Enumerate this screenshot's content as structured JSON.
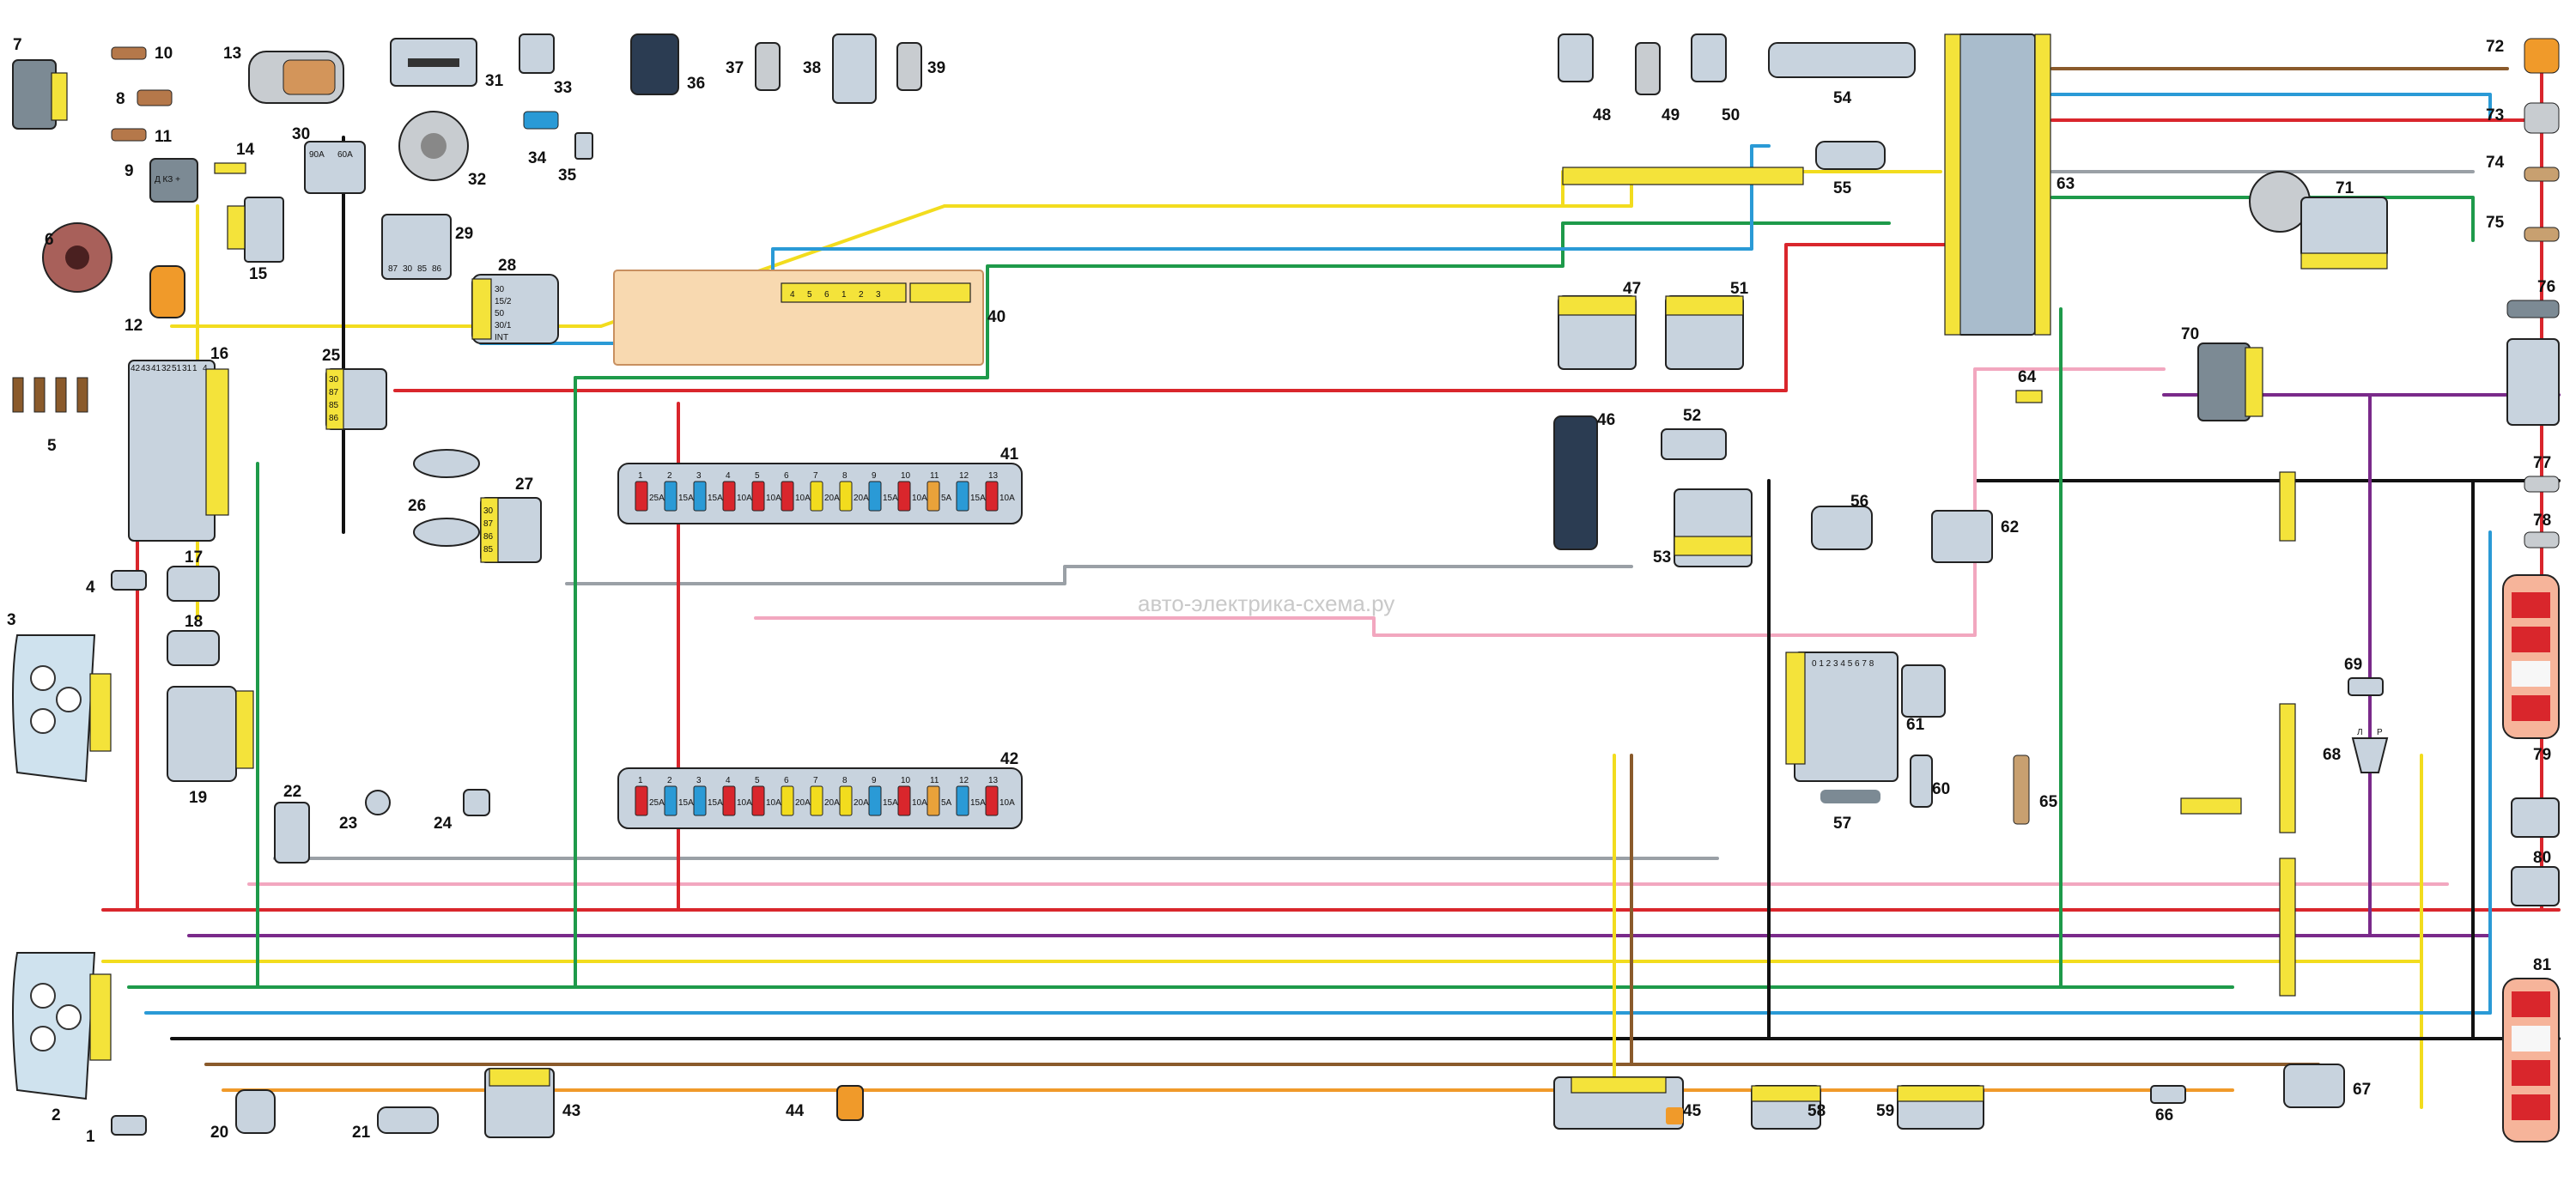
{
  "watermark": "авто-электрика-схема.ру",
  "colors": {
    "red": "#d9262c",
    "yellow": "#f2dc1e",
    "green": "#1e9a4a",
    "blue": "#2a9ad6",
    "black": "#111111",
    "brown": "#8a5a2b",
    "orange": "#f09a2a",
    "purple": "#7a2a8a",
    "pink": "#f2a7bf",
    "grey": "#9aa0a6",
    "white": "#ffffff",
    "component_fill": "#c8d3de",
    "connector_fill": "#f4e33a"
  },
  "fuse_box_41": {
    "label": "41",
    "slots": [
      {
        "n": "1",
        "rating": "25A",
        "color": "#d9262c"
      },
      {
        "n": "2",
        "rating": "15A",
        "color": "#2a9ad6"
      },
      {
        "n": "3",
        "rating": "15A",
        "color": "#2a9ad6"
      },
      {
        "n": "4",
        "rating": "10A",
        "color": "#d9262c"
      },
      {
        "n": "5",
        "rating": "10A",
        "color": "#d9262c"
      },
      {
        "n": "6",
        "rating": "10A",
        "color": "#d9262c"
      },
      {
        "n": "7",
        "rating": "20A",
        "color": "#f2dc1e"
      },
      {
        "n": "8",
        "rating": "20A",
        "color": "#f2dc1e"
      },
      {
        "n": "9",
        "rating": "15A",
        "color": "#2a9ad6"
      },
      {
        "n": "10",
        "rating": "10A",
        "color": "#d9262c"
      },
      {
        "n": "11",
        "rating": "5A",
        "color": "#e9a23a"
      },
      {
        "n": "12",
        "rating": "15A",
        "color": "#2a9ad6"
      },
      {
        "n": "13",
        "rating": "10A",
        "color": "#d9262c"
      }
    ]
  },
  "fuse_box_42": {
    "label": "42",
    "slots": [
      {
        "n": "1",
        "rating": "25A",
        "color": "#d9262c"
      },
      {
        "n": "2",
        "rating": "15A",
        "color": "#2a9ad6"
      },
      {
        "n": "3",
        "rating": "15A",
        "color": "#2a9ad6"
      },
      {
        "n": "4",
        "rating": "10A",
        "color": "#d9262c"
      },
      {
        "n": "5",
        "rating": "10A",
        "color": "#d9262c"
      },
      {
        "n": "6",
        "rating": "20A",
        "color": "#f2dc1e"
      },
      {
        "n": "7",
        "rating": "20A",
        "color": "#f2dc1e"
      },
      {
        "n": "8",
        "rating": "20A",
        "color": "#f2dc1e"
      },
      {
        "n": "9",
        "rating": "15A",
        "color": "#2a9ad6"
      },
      {
        "n": "10",
        "rating": "10A",
        "color": "#d9262c"
      },
      {
        "n": "11",
        "rating": "5A",
        "color": "#e9a23a"
      },
      {
        "n": "12",
        "rating": "15A",
        "color": "#2a9ad6"
      },
      {
        "n": "13",
        "rating": "10A",
        "color": "#d9262c"
      }
    ]
  },
  "ignition_switch_28_pins": [
    "30",
    "15/2",
    "50",
    "30/1",
    "INT"
  ],
  "relay_29_pins": [
    "87",
    "30",
    "85",
    "86"
  ],
  "relay_25_pins": [
    "30",
    "87",
    "85",
    "86"
  ],
  "relay_27_pins": [
    "30",
    "87",
    "86",
    "85"
  ],
  "alternator_fuse_pins": [
    "90A",
    "60A"
  ],
  "connector_16_pins": [
    "42",
    "43",
    "41",
    "32",
    "51",
    "31",
    "1",
    "4"
  ],
  "connector_40_pins": [
    "4",
    "5",
    "6",
    "1",
    "2",
    "3"
  ],
  "switch_57_scale": "0 1 2 3 4 5 6 7 8",
  "regulator_9_label": "Д КЗ +",
  "lamp_68_pins": [
    "Л",
    "Р"
  ],
  "component_numbers": [
    "1",
    "2",
    "3",
    "4",
    "5",
    "6",
    "7",
    "8",
    "9",
    "10",
    "11",
    "12",
    "13",
    "14",
    "15",
    "16",
    "17",
    "18",
    "19",
    "20",
    "21",
    "22",
    "23",
    "24",
    "25",
    "26",
    "27",
    "28",
    "29",
    "30",
    "31",
    "32",
    "33",
    "34",
    "35",
    "36",
    "37",
    "38",
    "39",
    "40",
    "41",
    "42",
    "43",
    "44",
    "45",
    "46",
    "47",
    "48",
    "49",
    "50",
    "51",
    "52",
    "53",
    "54",
    "55",
    "56",
    "57",
    "58",
    "59",
    "60",
    "61",
    "62",
    "63",
    "64",
    "65",
    "66",
    "67",
    "68",
    "69",
    "70",
    "71",
    "72",
    "73",
    "74",
    "75",
    "76",
    "77",
    "78",
    "79",
    "80",
    "81"
  ]
}
